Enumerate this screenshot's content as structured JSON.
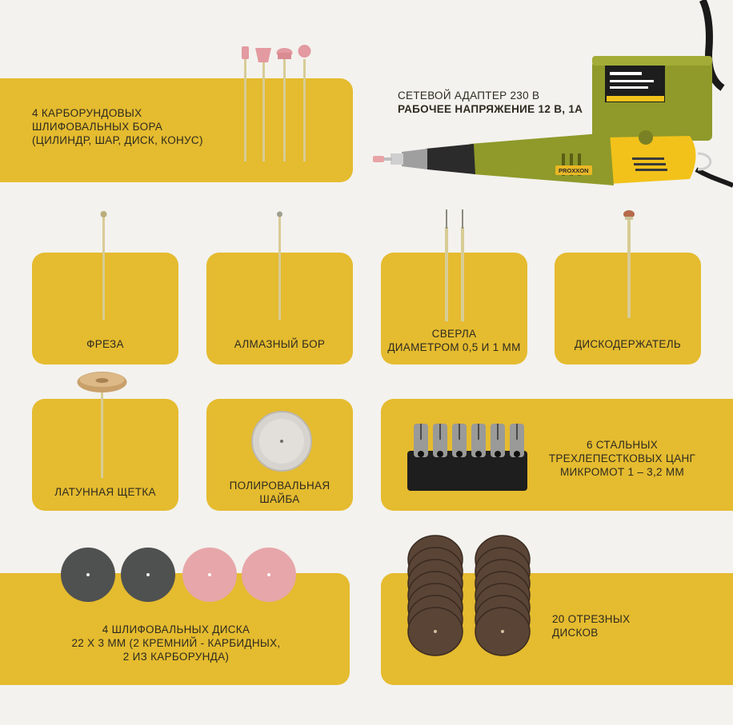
{
  "colors": {
    "background": "#f3f2ee",
    "card": "#e5bb2f",
    "tool_body": "#8f9a2a",
    "tool_yellow": "#f2c21a",
    "grinding_dark": "#4f5150",
    "grinding_pink": "#e7a6a9",
    "cutting_disc": "#5a4436",
    "collet_holder": "#1e1e1e"
  },
  "cards": {
    "grinding_bits": {
      "lines": [
        "4 карборундовых",
        "шлифовальных бора",
        "(цилиндр, шар, диск, конус)"
      ]
    },
    "adapter": {
      "line1": "Сетевой адаптер 230 В",
      "line2": "рабочее напряжение 12 В, 1А",
      "tool_brand": "PROXXON"
    },
    "mill": {
      "label": "Фреза"
    },
    "diamond_bit": {
      "label": "Алмазный бор"
    },
    "drills": {
      "lines": [
        "Сверла",
        "диаметром 0,5 и 1 мм"
      ]
    },
    "disc_holder": {
      "label": "Дискодержатель"
    },
    "brass_brush": {
      "label": "Латунная щетка"
    },
    "polishing_disc": {
      "lines": [
        "Полировальная",
        "шайба"
      ]
    },
    "collets": {
      "lines": [
        "6 стальных",
        "трехлепестковых цанг",
        "микромот 1 – 3,2 мм"
      ]
    },
    "grinding_discs": {
      "lines": [
        "4 шлифовальных диска",
        "22 х 3 мм (2 кремний - карбидных,",
        "2 из  карборунда)"
      ]
    },
    "cutting_discs": {
      "lines": [
        "20 отрезных",
        "дисков"
      ]
    }
  }
}
